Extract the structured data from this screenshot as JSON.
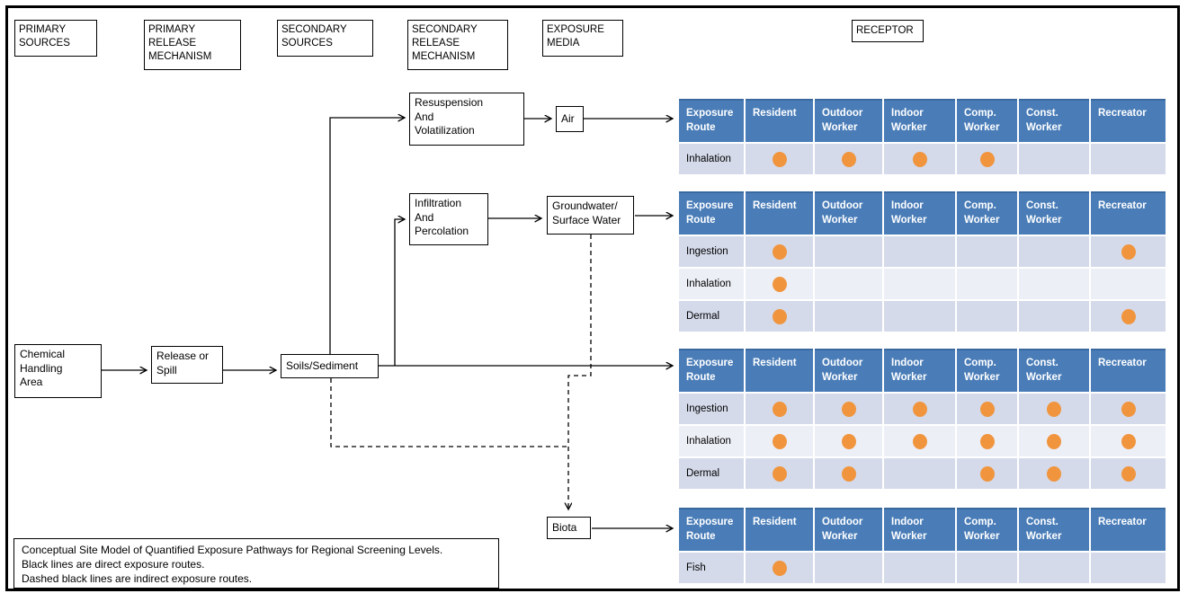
{
  "colors": {
    "table_header_bg": "#4a7db8",
    "table_header_top": "#3a699f",
    "table_header_text": "#ffffff",
    "row_dark": "#d4daea",
    "row_light": "#edeff7",
    "dot": "#f0953e"
  },
  "stage_labels": {
    "primary_sources": "PRIMARY\nSOURCES",
    "primary_release_mechanism": "PRIMARY\nRELEASE\nMECHANISM",
    "secondary_sources": "SECONDARY\nSOURCES",
    "secondary_release_mechanism": "SECONDARY\nRELEASE\nMECHANISM",
    "exposure_media": "EXPOSURE\nMEDIA",
    "receptor": "RECEPTOR"
  },
  "flow_boxes": {
    "chemical_handling_area": "Chemical\nHandling\nArea",
    "release_or_spill": "Release or\nSpill",
    "soils_sediment": "Soils/Sediment",
    "resuspension_and_volatilization": "Resuspension\nAnd\nVolatilization",
    "infiltration_and_percolation": "Infiltration\nAnd\nPercolation",
    "air": "Air",
    "groundwater_surface_water": "Groundwater/\nSurface Water",
    "biota": "Biota"
  },
  "column_headers": [
    "Exposure Route",
    "Resident",
    "Outdoor Worker",
    "Indoor Worker",
    "Comp. Worker",
    "Const. Worker",
    "Recreator"
  ],
  "tables": [
    {
      "id": "air-receptor-table",
      "rows": [
        {
          "route": "Inhalation",
          "dots": [
            1,
            1,
            1,
            1,
            0,
            0
          ]
        }
      ]
    },
    {
      "id": "groundwater-surface-water-receptor-table",
      "rows": [
        {
          "route": "Ingestion",
          "dots": [
            1,
            0,
            0,
            0,
            0,
            1
          ]
        },
        {
          "route": "Inhalation",
          "dots": [
            1,
            0,
            0,
            0,
            0,
            0
          ]
        },
        {
          "route": "Dermal",
          "dots": [
            1,
            0,
            0,
            0,
            0,
            1
          ]
        }
      ]
    },
    {
      "id": "soils-sediment-receptor-table",
      "rows": [
        {
          "route": "Ingestion",
          "dots": [
            1,
            1,
            1,
            1,
            1,
            1
          ]
        },
        {
          "route": "Inhalation",
          "dots": [
            1,
            1,
            1,
            1,
            1,
            1
          ]
        },
        {
          "route": "Dermal",
          "dots": [
            1,
            1,
            0,
            1,
            1,
            1
          ]
        }
      ]
    },
    {
      "id": "biota-receptor-table",
      "rows": [
        {
          "route": "Fish",
          "dots": [
            1,
            0,
            0,
            0,
            0,
            0
          ]
        }
      ]
    }
  ],
  "caption": {
    "line1": "Conceptual Site Model of Quantified Exposure Pathways for Regional Screening Levels.",
    "line2": "Black lines are direct exposure routes.",
    "line3": "Dashed black lines are indirect exposure routes."
  }
}
